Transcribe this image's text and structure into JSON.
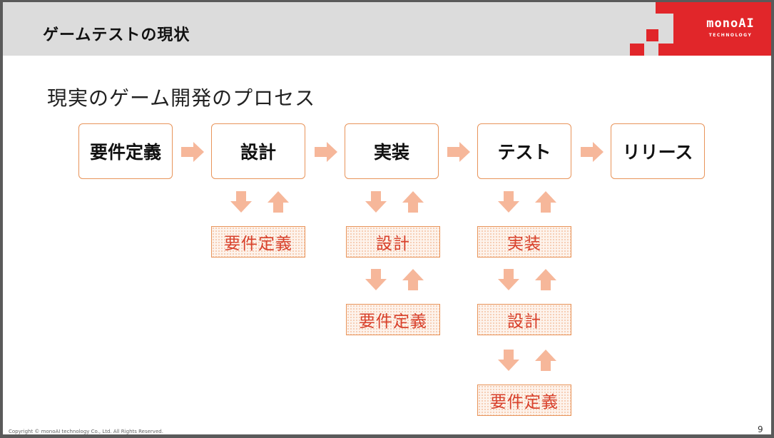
{
  "slide": {
    "title": "ゲームテストの現状",
    "subtitle": "現実のゲーム開発のプロセス",
    "logo": {
      "name": "monoAI",
      "tagline": "TECHNOLOGY"
    },
    "footer": "Copyright © monoAI technology Co., Ltd. All Rights Reserved.",
    "page_number": "9"
  },
  "colors": {
    "accent_red": "#e1262a",
    "box_border": "#e8945a",
    "arrow_fill": "#f6b79a",
    "sub_text": "#d8402b",
    "header_bg": "#dcdcdc"
  },
  "process": {
    "stages": [
      "要件定義",
      "設計",
      "実装",
      "テスト",
      "リリース"
    ],
    "under_design": [
      "要件定義"
    ],
    "under_impl": [
      "設計",
      "要件定義"
    ],
    "under_test": [
      "実装",
      "設計",
      "要件定義"
    ]
  },
  "icons": {
    "flow_arrow": "right-arrow-icon",
    "down_arrow": "down-arrow-icon",
    "up_arrow": "up-arrow-icon"
  }
}
